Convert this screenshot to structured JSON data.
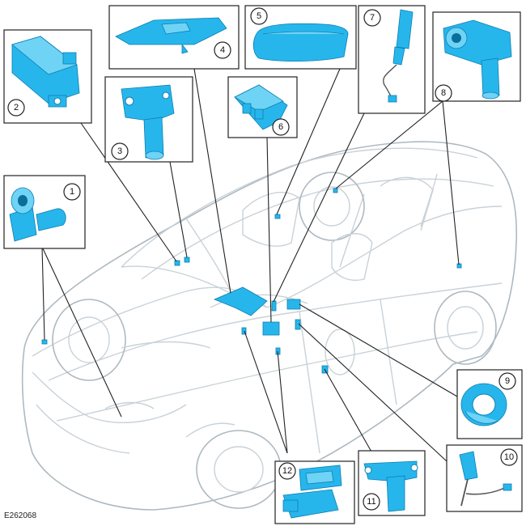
{
  "figure": {
    "reference_code": "E262068",
    "callouts": [
      {
        "id": "1",
        "label": "1"
      },
      {
        "id": "2",
        "label": "2"
      },
      {
        "id": "3",
        "label": "3"
      },
      {
        "id": "4",
        "label": "4"
      },
      {
        "id": "5",
        "label": "5"
      },
      {
        "id": "6",
        "label": "6"
      },
      {
        "id": "7",
        "label": "7"
      },
      {
        "id": "8",
        "label": "8"
      },
      {
        "id": "9",
        "label": "9"
      },
      {
        "id": "10",
        "label": "10"
      },
      {
        "id": "11",
        "label": "11"
      },
      {
        "id": "12",
        "label": "12"
      }
    ]
  },
  "colors": {
    "component": "#27b6ec",
    "component_outline": "#0b7fb0",
    "vehicle_ghost": "#c9d2d8",
    "frame": "#222222"
  }
}
